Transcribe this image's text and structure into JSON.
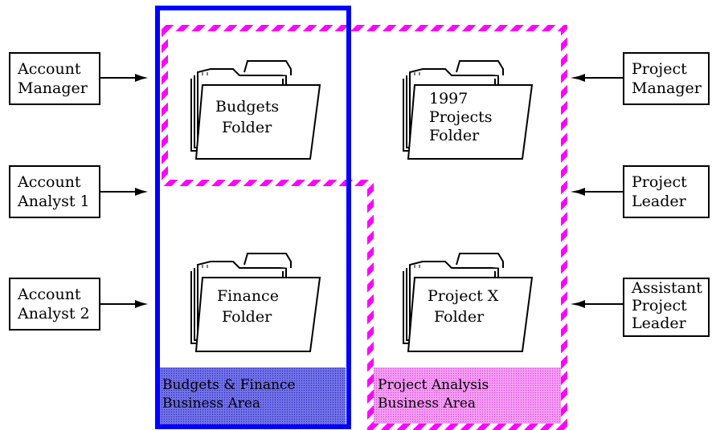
{
  "roles_left": [
    {
      "lines": [
        "Account",
        "Manager"
      ]
    },
    {
      "lines": [
        "Account",
        "Analyst 1"
      ]
    },
    {
      "lines": [
        "Account",
        "Analyst 2"
      ]
    }
  ],
  "roles_right": [
    {
      "lines": [
        "Project",
        "Manager"
      ]
    },
    {
      "lines": [
        "Project",
        "Leader"
      ]
    },
    {
      "lines": [
        "Assistant",
        "Project",
        "Leader"
      ]
    }
  ],
  "folders": [
    {
      "id": "budgets",
      "lines": [
        "Budgets",
        "Folder"
      ]
    },
    {
      "id": "finance",
      "lines": [
        "Finance",
        "Folder"
      ]
    },
    {
      "id": "projects1997",
      "lines": [
        "1997",
        "Projects",
        "Folder"
      ]
    },
    {
      "id": "projectx",
      "lines": [
        "Project X",
        "Folder"
      ]
    }
  ],
  "business_areas": [
    {
      "id": "budgets-finance",
      "lines": [
        "Budgets & Finance",
        "Business Area"
      ],
      "color": "#0000ff",
      "fill": "#5a5ad8"
    },
    {
      "id": "project-analysis",
      "lines": [
        "Project Analysis",
        "Business Area"
      ],
      "color": "#ff33ff",
      "fill": "#f07cf0"
    }
  ]
}
